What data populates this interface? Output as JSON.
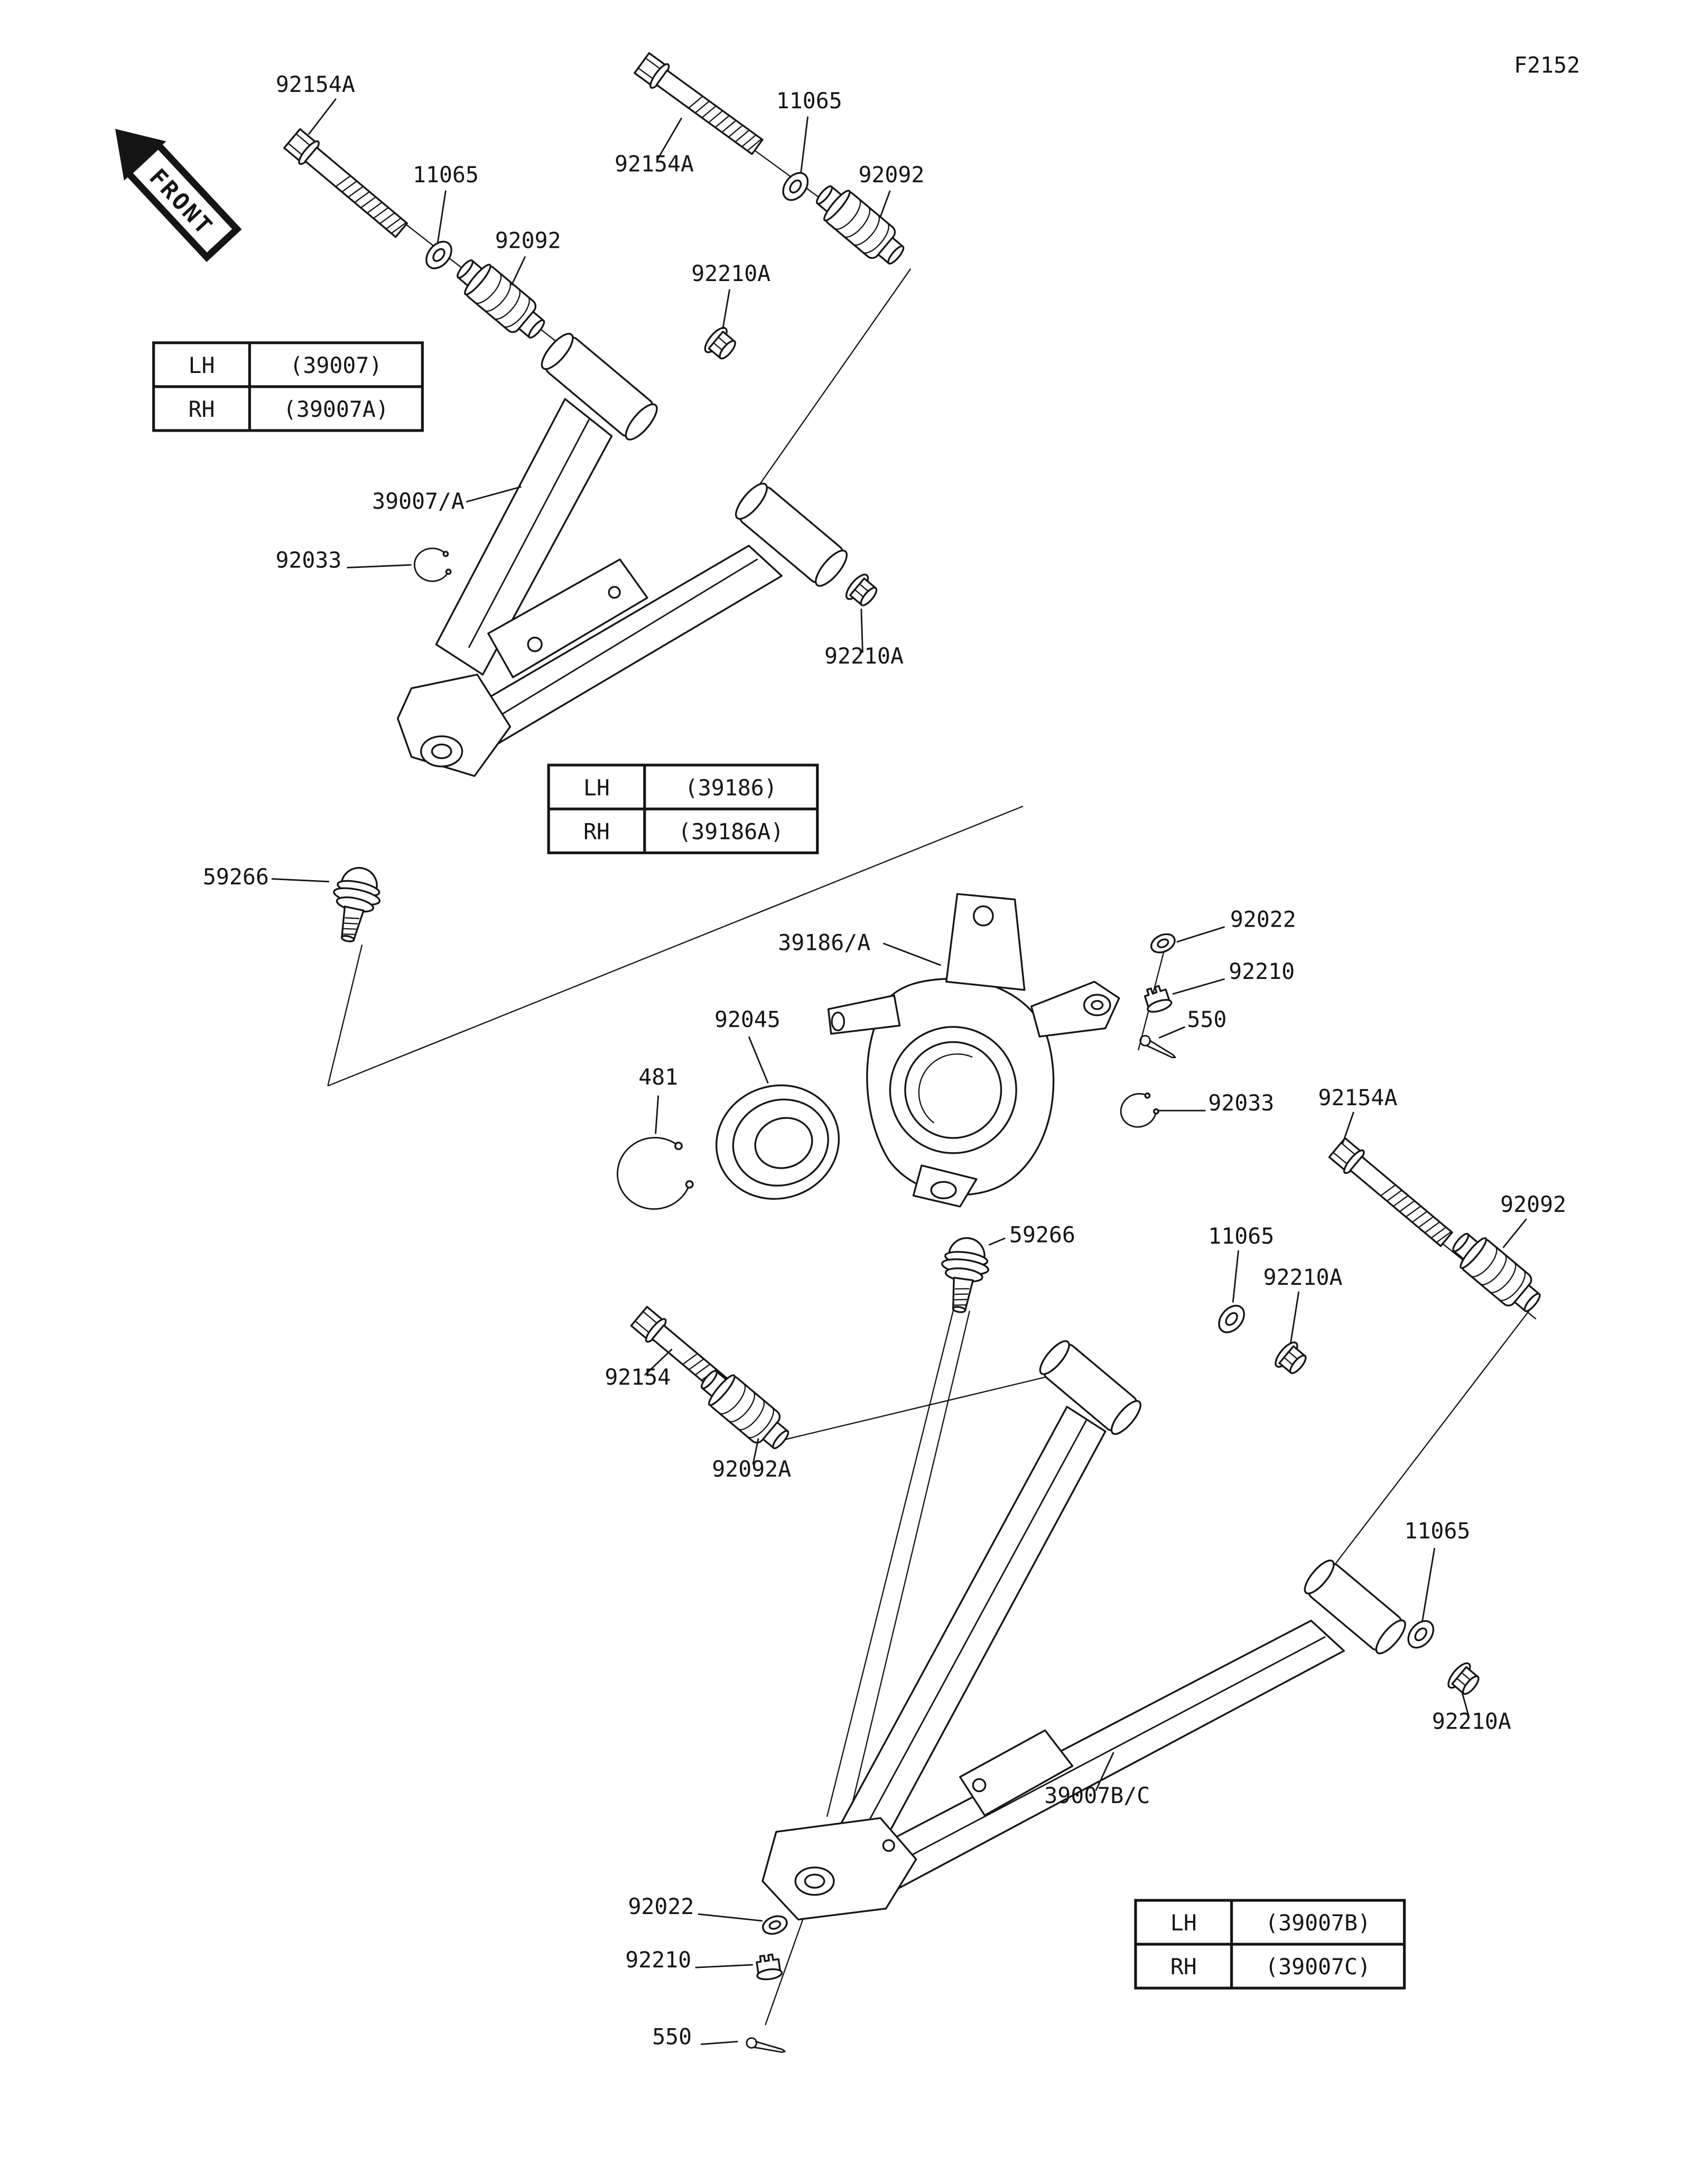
{
  "figure": {
    "code": "F2152",
    "front_label": "FRONT"
  },
  "tables": [
    {
      "name": "upper-arm-part-numbers",
      "rows": [
        [
          "LH",
          "(39007)"
        ],
        [
          "RH",
          "(39007A)"
        ]
      ]
    },
    {
      "name": "knuckle-part-numbers",
      "rows": [
        [
          "LH",
          "(39186)"
        ],
        [
          "RH",
          "(39186A)"
        ]
      ]
    },
    {
      "name": "lower-arm-part-numbers",
      "rows": [
        [
          "LH",
          "(39007B)"
        ],
        [
          "RH",
          "(39007C)"
        ]
      ]
    }
  ],
  "callouts": [
    {
      "id": "92154A-upper-front-bolt",
      "text": "92154A"
    },
    {
      "id": "11065-upper-front-washer",
      "text": "11065"
    },
    {
      "id": "92092-upper-front-bushing",
      "text": "92092"
    },
    {
      "id": "92154A-upper-rear-bolt",
      "text": "92154A"
    },
    {
      "id": "11065-upper-rear-washer",
      "text": "11065"
    },
    {
      "id": "92092-upper-rear-bushing",
      "text": "92092"
    },
    {
      "id": "92210A-upper-front-nut",
      "text": "92210A"
    },
    {
      "id": "39007-upper-arm",
      "text": "39007/A"
    },
    {
      "id": "92033-upper-circlip",
      "text": "92033"
    },
    {
      "id": "92210A-upper-rear-nut",
      "text": "92210A"
    },
    {
      "id": "59266-upper-balljoint",
      "text": "59266"
    },
    {
      "id": "39186-knuckle",
      "text": "39186/A"
    },
    {
      "id": "92022-knuckle-washer",
      "text": "92022"
    },
    {
      "id": "92210-knuckle-nut",
      "text": "92210"
    },
    {
      "id": "550-knuckle-pin",
      "text": "550"
    },
    {
      "id": "92045-bearing",
      "text": "92045"
    },
    {
      "id": "481-circlip",
      "text": "481"
    },
    {
      "id": "92033-knuckle-circlip",
      "text": "92033"
    },
    {
      "id": "92154A-lower-rear-bolt",
      "text": "92154A"
    },
    {
      "id": "92092-lower-rear-bushing",
      "text": "92092"
    },
    {
      "id": "59266-lower-balljoint",
      "text": "59266"
    },
    {
      "id": "11065-lower-mid-washer",
      "text": "11065"
    },
    {
      "id": "92210A-lower-mid-nut",
      "text": "92210A"
    },
    {
      "id": "92154-lower-front-bolt",
      "text": "92154"
    },
    {
      "id": "92092A-lower-front-bushing",
      "text": "92092A"
    },
    {
      "id": "11065-lower-rear-washer",
      "text": "11065"
    },
    {
      "id": "92210A-lower-rear-nut",
      "text": "92210A"
    },
    {
      "id": "39007BC-lower-arm",
      "text": "39007B/C"
    },
    {
      "id": "92022-lower-washer",
      "text": "92022"
    },
    {
      "id": "92210-lower-nut",
      "text": "92210"
    },
    {
      "id": "550-lower-pin",
      "text": "550"
    }
  ]
}
